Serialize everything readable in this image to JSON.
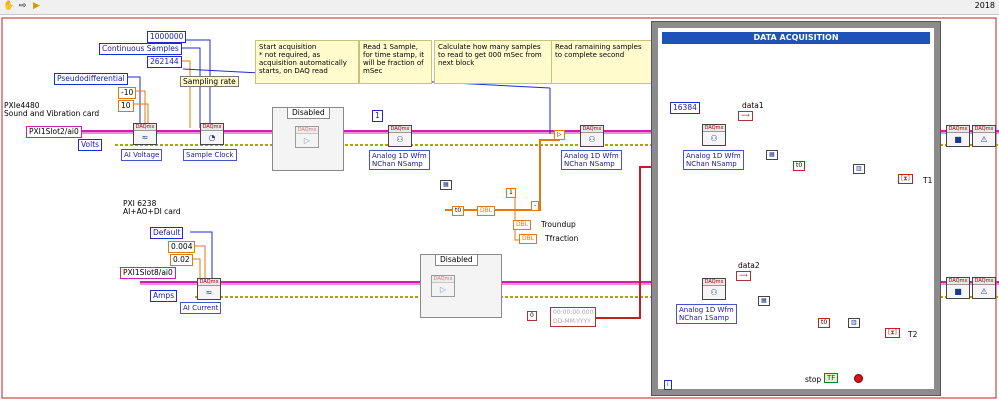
{
  "window": {
    "year": "2018"
  },
  "toolbar": {
    "icons": [
      "hand-icon",
      "arrow-icon",
      "run-icon"
    ]
  },
  "controls": {
    "samples_1m": "1000000",
    "continuous_samples": "Continuous Samples",
    "samples_262144": "262144",
    "pseudo_diff": "Pseudodifferential",
    "neg10": "-10",
    "pos10": "10",
    "pxie_title": "PXIe4480\nSound and Vibration card",
    "pxi_slot2": "PXI1Slot2/ai0",
    "volts": "Volts",
    "ai_voltage": "AI Voltage",
    "sample_clock": "Sample Clock",
    "sampling_rate": "Sampling rate",
    "pxi6238_title": "PXI 6238\nAI+AO+DI card",
    "default": "Default",
    "v0004": "0.004",
    "v002": "0.02",
    "pxi_slot8": "PXI1Slot8/ai0",
    "amps": "Amps",
    "ai_current": "AI Current",
    "const_1": "1",
    "const_16384": "16384",
    "zero_i": "0",
    "time_display": "00:00:00.000",
    "date_display": "DD-MM-YYYY",
    "stop": "stop"
  },
  "comments": [
    "Start acquisition\n* not required, as acquisition automatically starts, on DAQ read",
    "Read 1 Sample, for time stamp, it will be fraction of mSec",
    "Calculate how many samples to read to get 000 mSec from next block",
    "Read ramaining samples to complete second"
  ],
  "disabled": [
    "Disabled",
    "Disabled"
  ],
  "selectors": {
    "sel1": "Analog 1D Wfm\nNChan NSamp",
    "sel2": "Analog 1D Wfm\nNChan NSamp",
    "sel3": "Analog 1D Wfm\nNChan NSamp",
    "sel4": "Analog 1D Wfm\nNChan 1Samp"
  },
  "labels": {
    "troundup": "Troundup",
    "tfraction": "Tfraction",
    "data1": "data1",
    "data2": "data2",
    "t1": "T1",
    "t2": "T2",
    "daq_title": "DATA ACQUISITION",
    "info": "i"
  },
  "colors": {
    "wire_pink": "#d01fb0",
    "wire_yellow": "#b0a400",
    "wire_orange": "#e07a10",
    "wire_blue": "#1f2bd1",
    "wire_red": "#c02020",
    "daq_blue": "#1f52b8"
  }
}
